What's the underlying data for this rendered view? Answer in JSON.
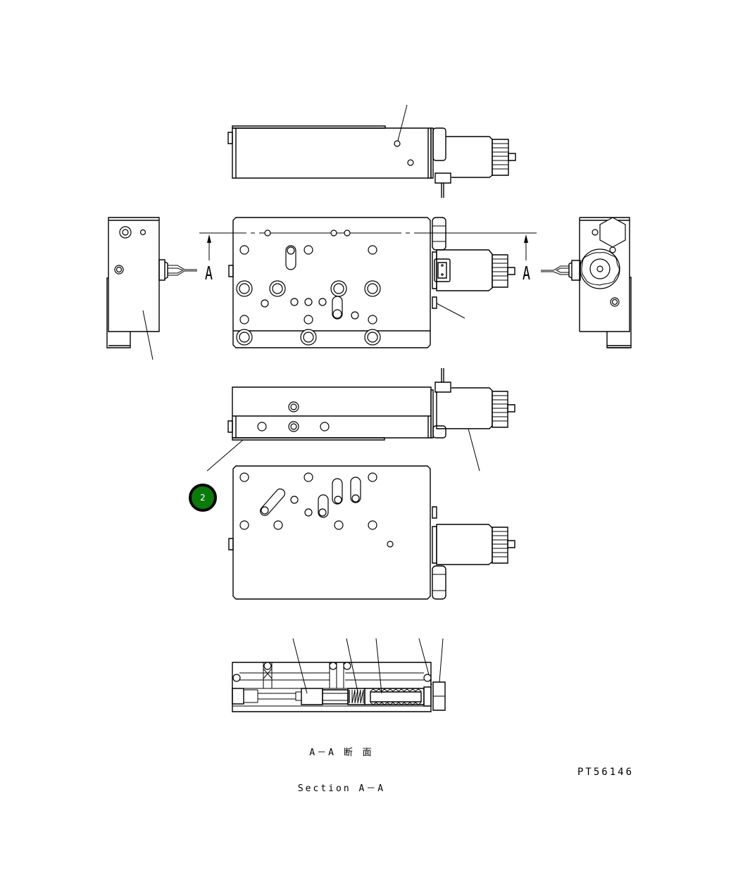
{
  "drawing": {
    "type": "technical-parts-drawing",
    "subject": "solenoid valve block — multiple orthographic views with section",
    "views": [
      {
        "id": "top-view",
        "label": ""
      },
      {
        "id": "front-view",
        "label": ""
      },
      {
        "id": "left-end-view",
        "label": ""
      },
      {
        "id": "right-end-view",
        "label": ""
      },
      {
        "id": "bottom-side-view",
        "label": ""
      },
      {
        "id": "bottom-view",
        "label": ""
      },
      {
        "id": "section-view",
        "label": "Section A-A"
      }
    ],
    "section_markers": {
      "left": "A",
      "right": "A"
    },
    "section_caption": {
      "japanese": "A－A 断 面",
      "english": "Section A－A"
    },
    "drawing_number": "PT56146",
    "callout": {
      "number": "2",
      "fill_color": "#0a7a0a",
      "border_color": "#000000",
      "text_color": "#ffffff"
    },
    "colors": {
      "background": "#ffffff",
      "line": "#000000"
    }
  }
}
